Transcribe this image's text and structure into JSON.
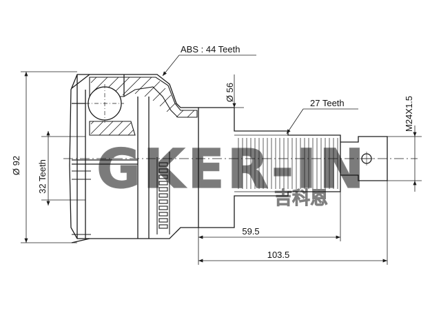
{
  "labels": {
    "abs_teeth": "ABS : 44 Teeth",
    "outer_diameter": "Ø 92",
    "inner_teeth": "32 Teeth",
    "shaft_diameter": "Ø 56",
    "outer_teeth": "27 Teeth",
    "thread": "M24X1.5",
    "length_spline": "59.5",
    "length_total": "103.5"
  },
  "watermark": {
    "latin": "GKER-IN",
    "cjk": "吉科恩"
  },
  "colors": {
    "line": "#1a1a1a",
    "body_fill": "#ffffff",
    "watermark": "#c8c8c8"
  }
}
